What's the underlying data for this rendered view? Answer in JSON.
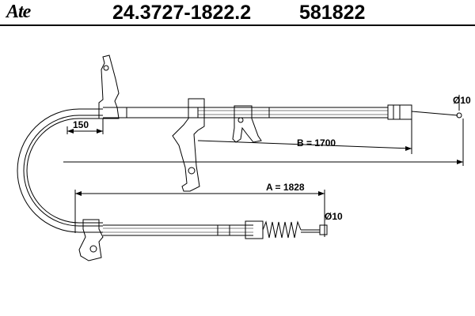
{
  "header": {
    "logo": "Ate",
    "part_number": "24.3727-1822.2",
    "ref_number": "581822"
  },
  "dimensions": {
    "offset_label": "150",
    "b_label": "B = 1700",
    "a_label": "A = 1828",
    "diameter_top": "Ø10",
    "diameter_bottom": "Ø10"
  }
}
